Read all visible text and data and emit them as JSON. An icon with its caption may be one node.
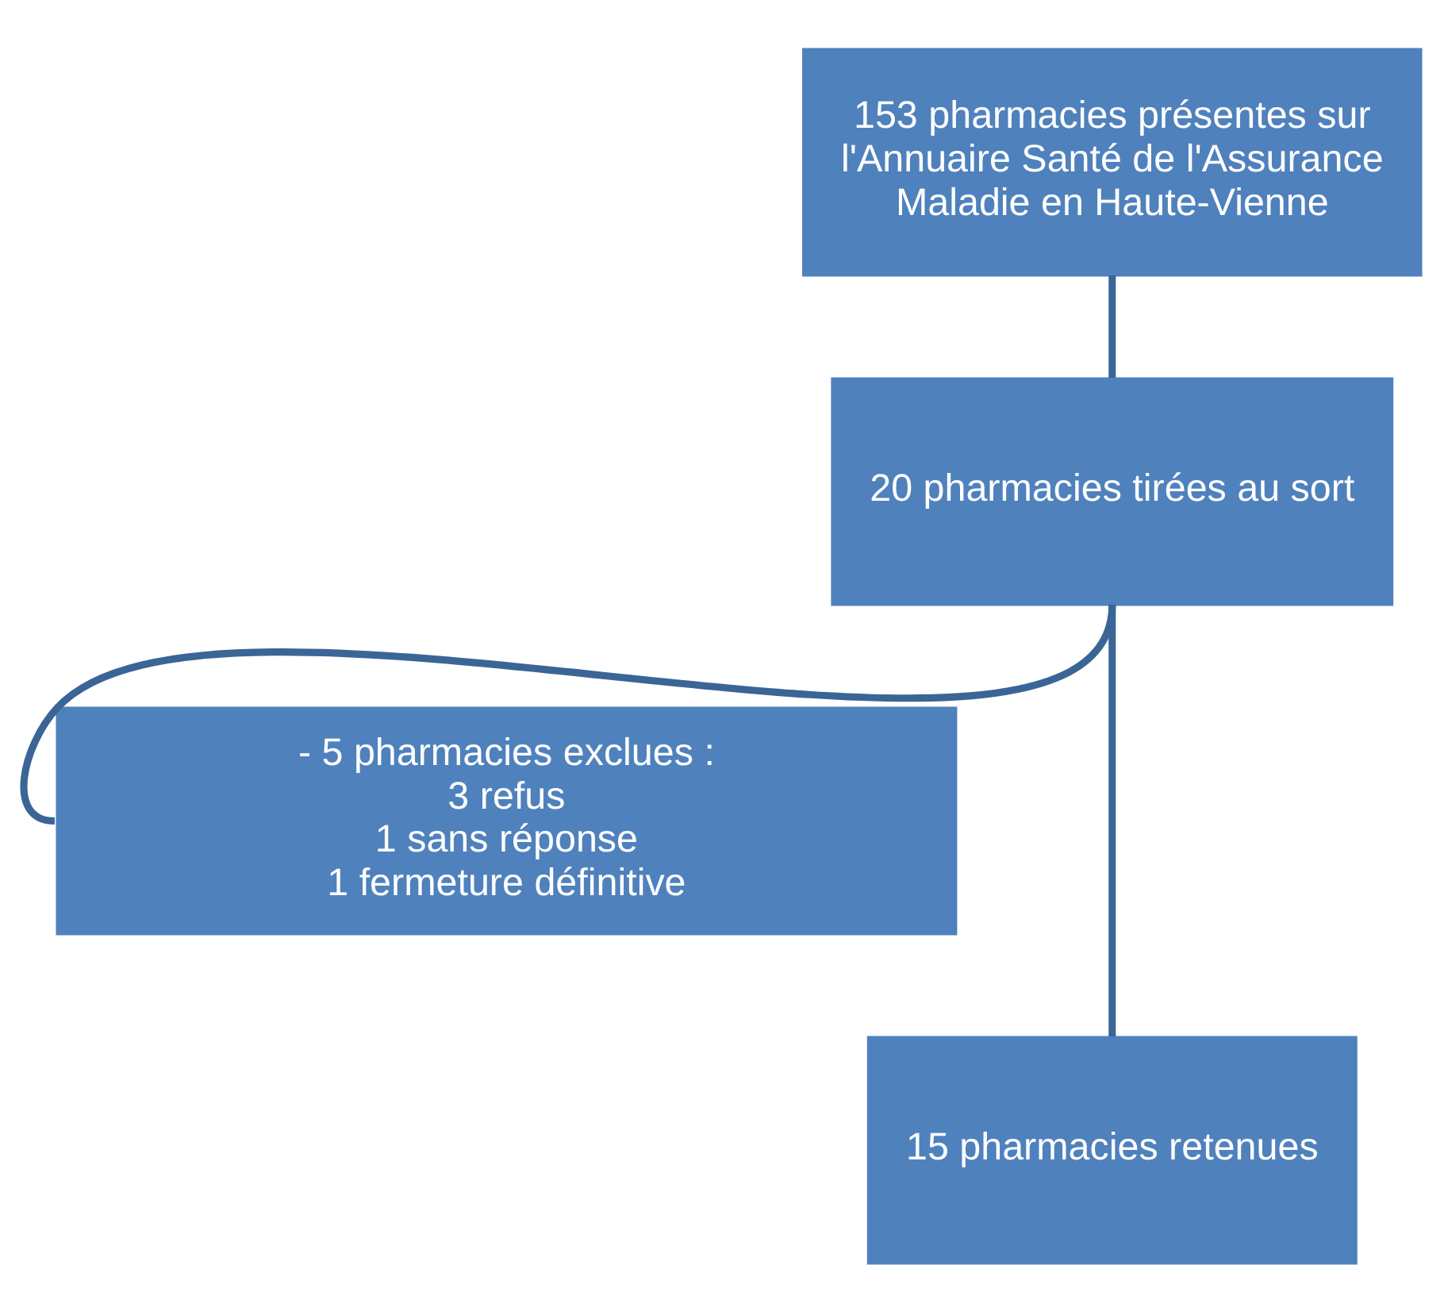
{
  "diagram": {
    "nodes": [
      {
        "text": [
          "153 pharmacies présentes sur l'Annuaire Santé de l'Assurance Maladie en Haute-Vienne"
        ]
      },
      {
        "text": [
          "20 pharmacies tirées au sort"
        ]
      },
      {
        "text": [
          "- 5 pharmacies exclues :",
          "3 refus",
          "1 sans réponse",
          "1 fermeture définitive"
        ]
      },
      {
        "text": [
          "15 pharmacies retenues"
        ]
      }
    ],
    "edges": [
      {
        "from": 0,
        "to": 1,
        "arrow": "none"
      },
      {
        "from": 1,
        "to": 2,
        "arrow": "none"
      },
      {
        "from": 1,
        "to": 3,
        "arrow": "none"
      }
    ]
  }
}
